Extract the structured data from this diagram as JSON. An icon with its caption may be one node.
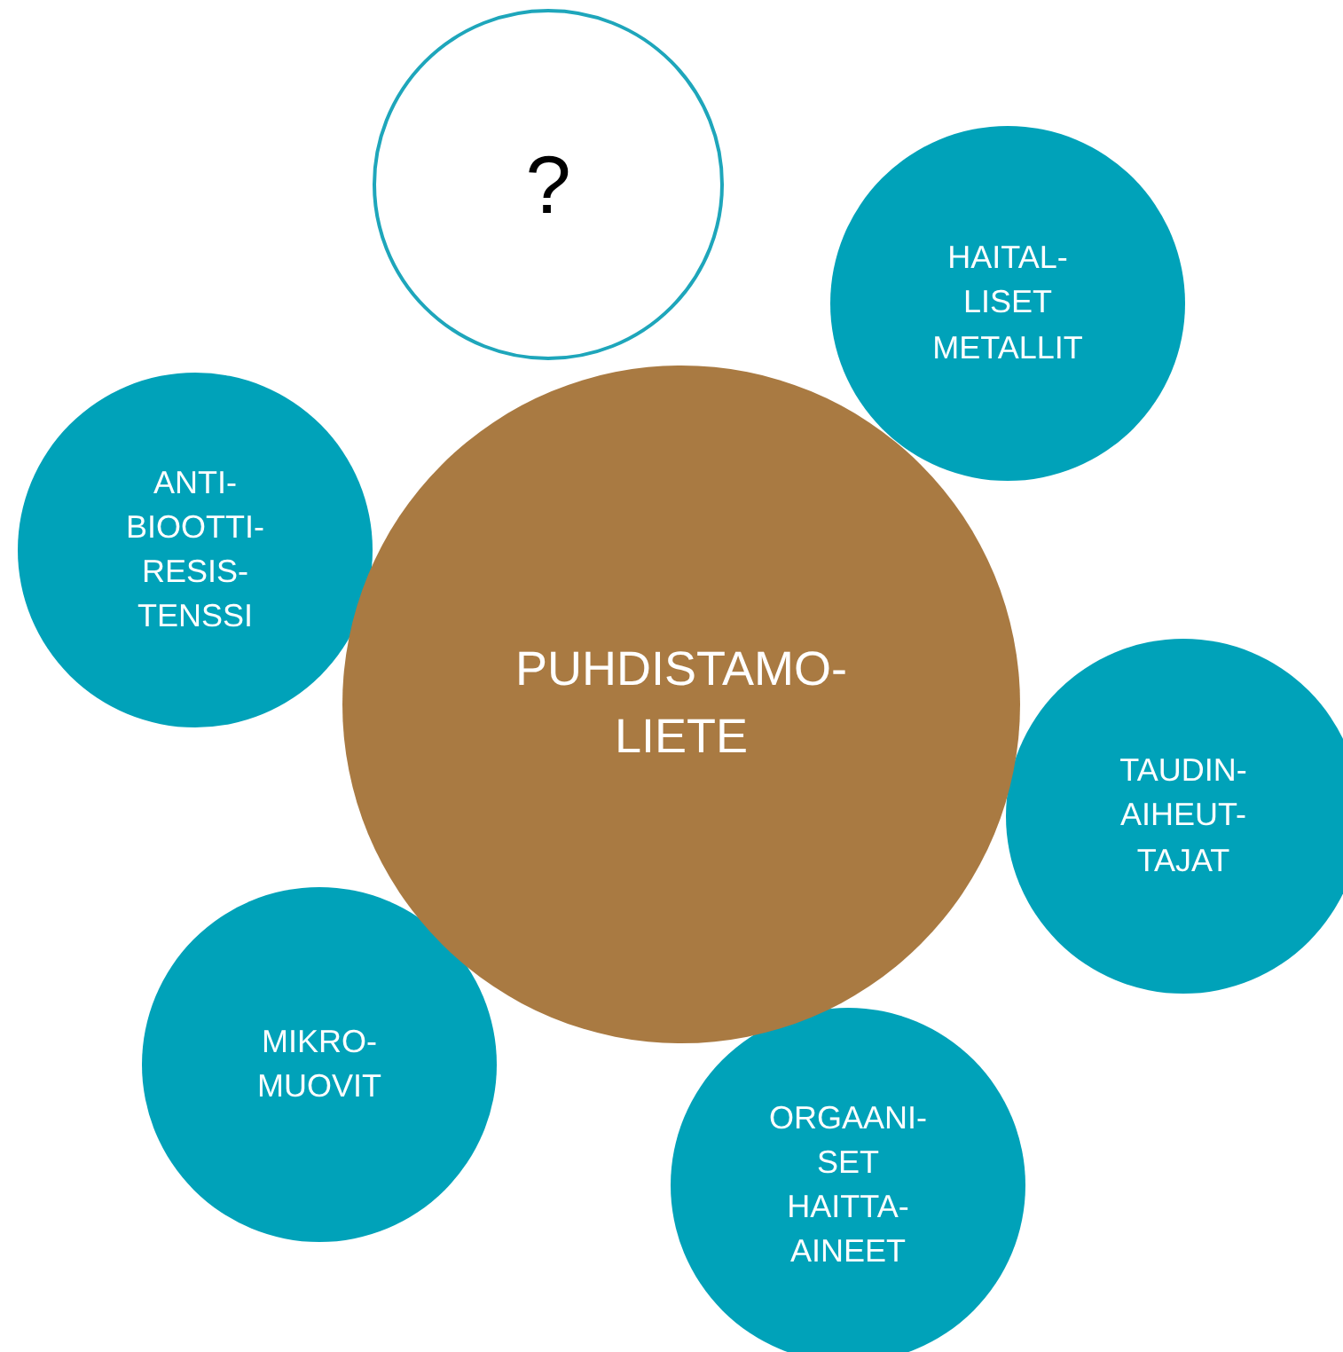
{
  "diagram": {
    "nodes": [
      {
        "text": [
          "?"
        ]
      },
      {
        "text": [
          "HAITAL- LISET METALLIT"
        ]
      },
      {
        "text": [
          "ANTI- BIOOTTI- RESIS- TENSSI"
        ]
      },
      {
        "text": [
          "PUHDISTAMO- LIETE"
        ]
      },
      {
        "text": [
          "TAUDIN- AIHEUT- TAJAT"
        ]
      },
      {
        "text": [
          "MIKRO- MUOVIT"
        ]
      },
      {
        "text": [
          "ORGAANI- SET HAITTA- AINEET"
        ]
      }
    ]
  }
}
